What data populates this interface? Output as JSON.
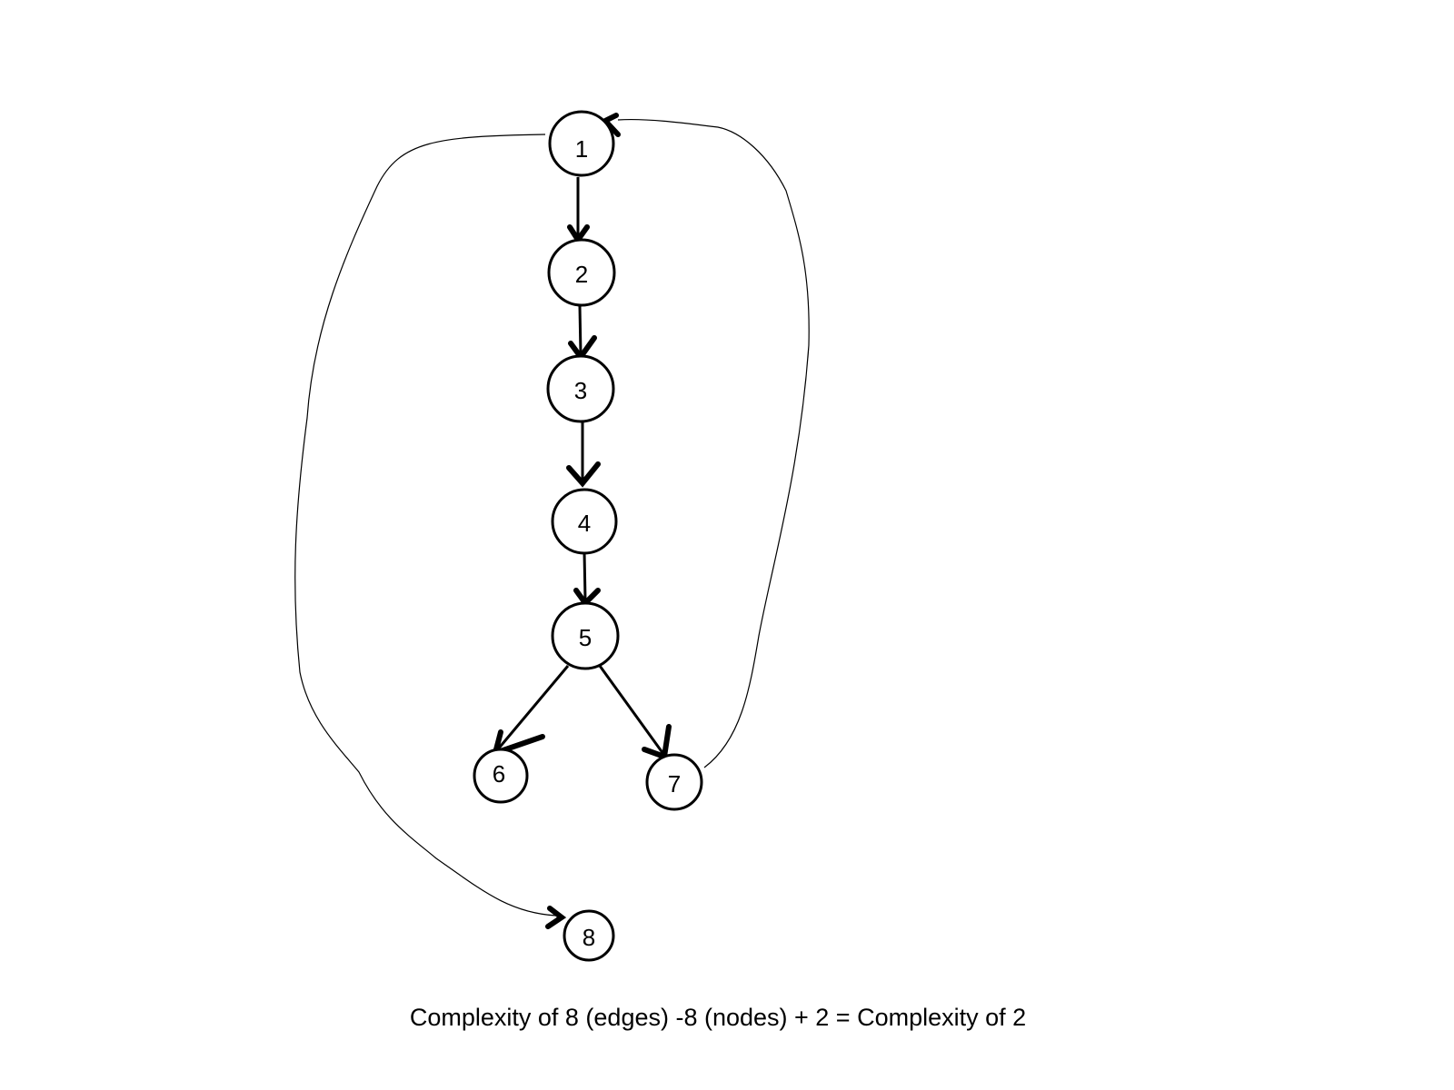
{
  "diagram": {
    "nodes": [
      {
        "id": "1",
        "label": "1"
      },
      {
        "id": "2",
        "label": "2"
      },
      {
        "id": "3",
        "label": "3"
      },
      {
        "id": "4",
        "label": "4"
      },
      {
        "id": "5",
        "label": "5"
      },
      {
        "id": "6",
        "label": "6"
      },
      {
        "id": "7",
        "label": "7"
      },
      {
        "id": "8",
        "label": "8"
      }
    ],
    "edges": [
      {
        "from": "1",
        "to": "2"
      },
      {
        "from": "2",
        "to": "3"
      },
      {
        "from": "3",
        "to": "4"
      },
      {
        "from": "4",
        "to": "5"
      },
      {
        "from": "5",
        "to": "6"
      },
      {
        "from": "5",
        "to": "7"
      },
      {
        "from": "7",
        "to": "1"
      },
      {
        "from": "1",
        "to": "8"
      }
    ],
    "caption": "Complexity of 8 (edges) -8 (nodes) + 2 = Complexity of 2"
  }
}
